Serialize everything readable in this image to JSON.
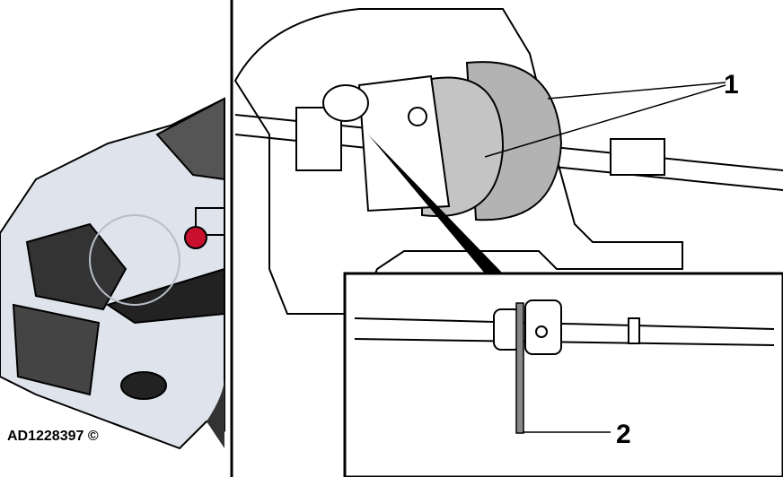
{
  "reference_code": "AD1228397 ©",
  "callouts": [
    {
      "number": "1"
    },
    {
      "number": "2"
    }
  ],
  "colors": {
    "car_body": "#dfe4ec",
    "marker": "#c8102e",
    "part_grey": "#b3b3b3",
    "outline": "#000000"
  }
}
